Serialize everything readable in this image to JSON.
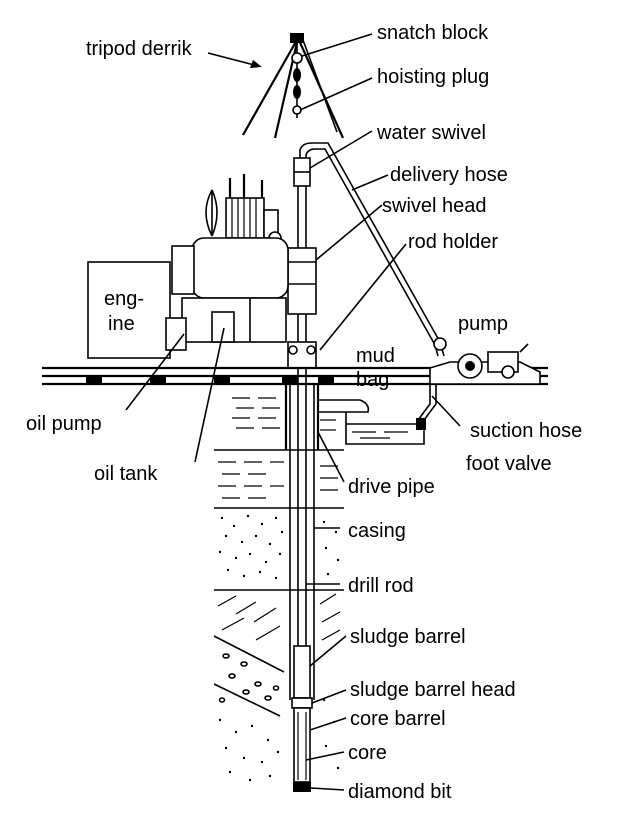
{
  "diagram": {
    "labels": {
      "tripod_derrik": "tripod derrik",
      "snatch_block": "snatch block",
      "hoisting_plug": "hoisting plug",
      "water_swivel": "water swivel",
      "delivery_hose": "delivery hose",
      "swivel_head": "swivel head",
      "rod_holder": "rod holder",
      "engine_line1": "eng-",
      "engine_line2": "ine",
      "pump": "pump",
      "mud_bag_line1": "mud",
      "mud_bag_line2": "bag",
      "oil_pump": "oil pump",
      "suction_hose": "suction hose",
      "foot_valve": "foot valve",
      "oil_tank": "oil tank",
      "drive_pipe": "drive pipe",
      "casing": "casing",
      "drill_rod": "drill rod",
      "sludge_barrel": "sludge barrel",
      "sludge_barrel_head": "sludge barrel head",
      "core_barrel": "core barrel",
      "core": "core",
      "diamond_bit": "diamond bit"
    },
    "colors": {
      "ink": "#000000",
      "paper": "#ffffff"
    }
  }
}
